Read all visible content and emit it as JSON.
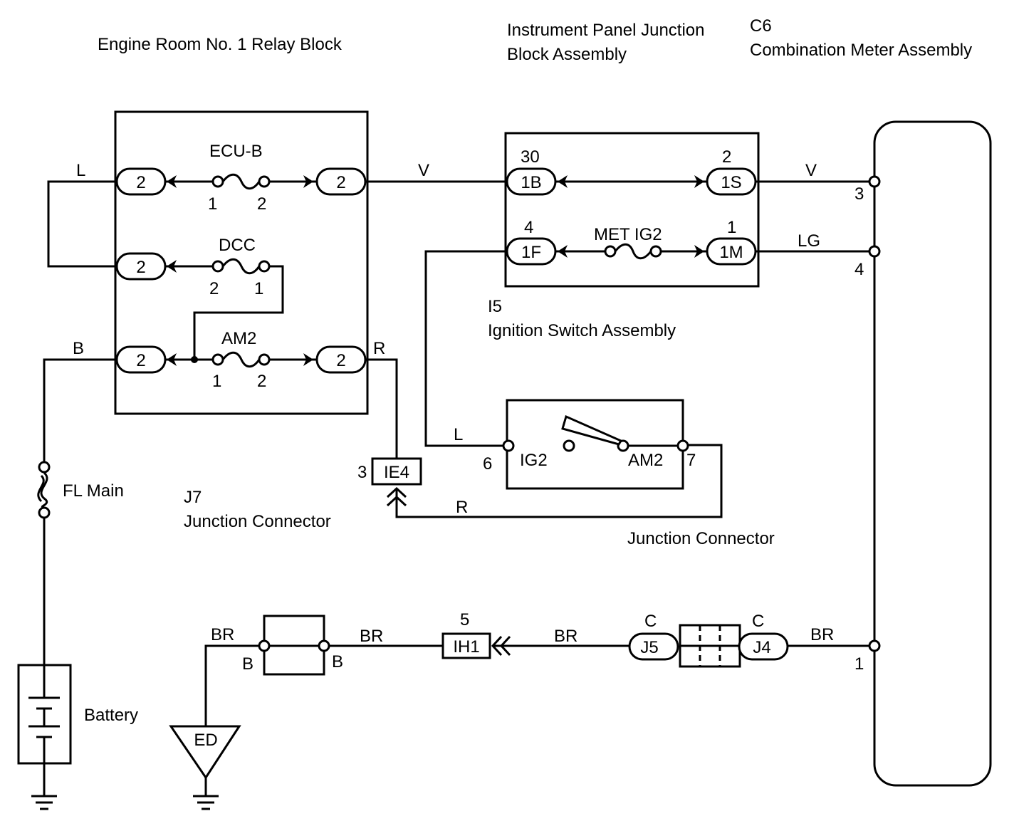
{
  "components": {
    "relay_block": "Engine Room No. 1 Relay Block",
    "ip_junction_block_1": "Instrument Panel Junction",
    "ip_junction_block_2": "Block Assembly",
    "meter_code": "C6",
    "meter_name": "Combination Meter Assembly",
    "ign_code": "I5",
    "ign_name": "Ignition Switch Assembly",
    "j7_code": "J7",
    "j7_name": "Junction Connector",
    "junction_connector": "Junction Connector",
    "fl_main": "FL Main",
    "battery": "Battery",
    "ground_ed": "ED"
  },
  "fuses": {
    "ecu_b": "ECU-B",
    "dcc": "DCC",
    "am2": "AM2",
    "met_ig2": "MET IG2"
  },
  "relay_connectors": {
    "row1_left": "2",
    "row1_right": "2",
    "row2_left": "2",
    "row3_left": "2",
    "row3_right": "2"
  },
  "fuse_pins": {
    "ecu_b_left": "1",
    "ecu_b_right": "2",
    "dcc_left": "2",
    "dcc_right": "1",
    "am2_left": "1",
    "am2_right": "2"
  },
  "ip_connectors": {
    "c1b": "1B",
    "c1b_pin": "30",
    "c1s": "1S",
    "c1s_pin": "2",
    "c1f": "1F",
    "c1f_pin": "4",
    "c1m": "1M",
    "c1m_pin": "1"
  },
  "wire_colors": {
    "l_top": "L",
    "v_left": "V",
    "v_right": "V",
    "lg": "LG",
    "b": "B",
    "r_top": "R",
    "l_ign": "L",
    "r_bottom": "R",
    "br_ground": "BR",
    "br_mid": "BR",
    "br_ih1": "BR",
    "br_meter": "BR"
  },
  "meter_pins": {
    "p3": "3",
    "p4": "4",
    "p1": "1"
  },
  "ignition_switch": {
    "ig2": "IG2",
    "am2": "AM2",
    "pin6": "6",
    "pin7": "7"
  },
  "inline_connectors": {
    "ie4": "IE4",
    "ie4_pin": "3",
    "ih1": "IH1",
    "ih1_pin": "5",
    "j5": "J5",
    "j5_pin": "C",
    "j4": "J4",
    "j4_pin": "C",
    "jb_left_pin": "B",
    "jb_right_pin": "B"
  }
}
